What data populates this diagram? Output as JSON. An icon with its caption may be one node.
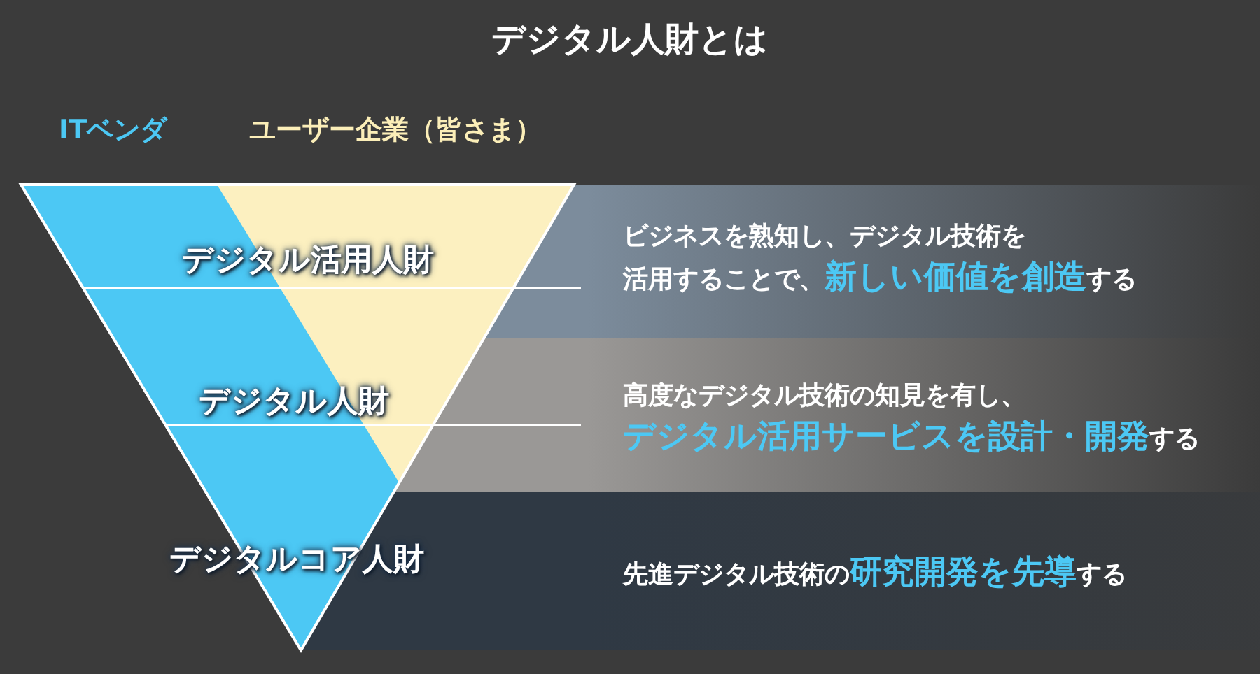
{
  "diagram": {
    "title": "デジタル人財とは",
    "nodes": [
      {
        "text": [
          "デジタル活用人財"
        ]
      },
      {
        "text": [
          "デジタル人財"
        ]
      },
      {
        "text": [
          "デジタルコア人財"
        ]
      }
    ],
    "labels": [
      "ITベンダ",
      "ユーザー企業（皆さま）",
      "ビジネスを熟知し、デジタル技術を活用することで、**新しい価値を創造**する",
      "高度なデジタル技術の知見を有し、**デジタル活用サービスを設計・開発**する",
      "先進デジタル技術の**研究開発を先導**する"
    ]
  }
}
